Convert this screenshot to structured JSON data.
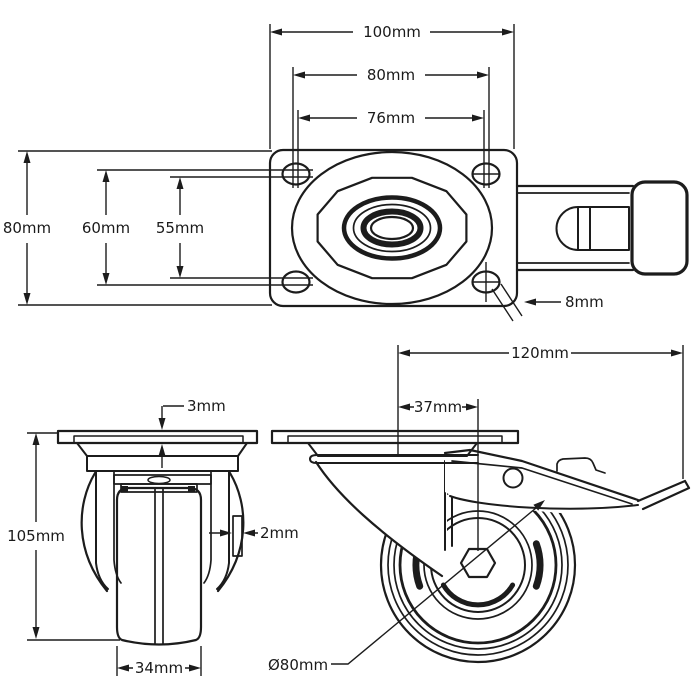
{
  "drawing": {
    "background_color": "#ffffff",
    "line_color": "#1c1c1c"
  },
  "dims": {
    "top_plate_length": "100mm",
    "top_bolt_span_outer": "80mm",
    "top_bolt_span_inner": "76mm",
    "top_plate_depth": "80mm",
    "top_bolt_span_v_outer": "60mm",
    "top_bolt_span_v_inner": "55mm",
    "top_bolt_hole_dia": "8mm",
    "front_plate_thickness": "3mm",
    "front_overall_height": "105mm",
    "front_clearance": "2mm",
    "front_wheel_width": "34mm",
    "side_overall_length": "120mm",
    "side_swivel_offset": "37mm",
    "side_wheel_dia": "Ø80mm"
  }
}
